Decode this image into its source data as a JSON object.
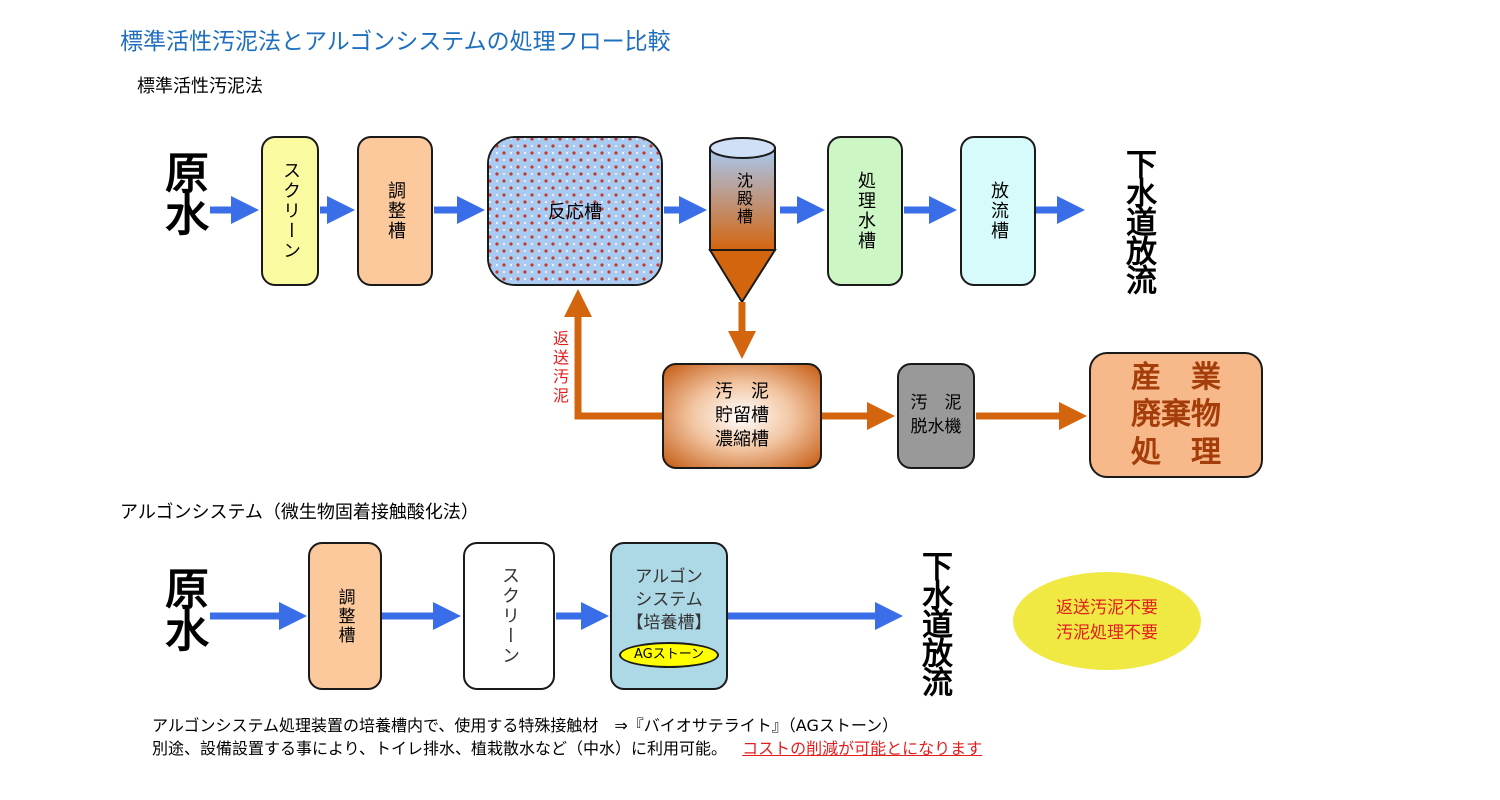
{
  "title": "標準活性汚泥法とアルゴンシステムの処理フロー比較",
  "section1": {
    "heading": "標準活性汚泥法",
    "source": "原水",
    "screen": "スクリーン",
    "adjust": "調整槽",
    "reaction": "反応槽",
    "settling": "沈殿槽",
    "treated": "処理水槽",
    "discharge_tank": "放流槽",
    "outlet": "下水道放流",
    "return_sludge": "返送汚泥",
    "sludge_storage": [
      "汚　泥",
      "貯留槽",
      "濃縮槽"
    ],
    "dewater": [
      "汚　泥",
      "脱水機"
    ],
    "industrial_waste": [
      "産　業",
      "廃棄物",
      "処　理"
    ]
  },
  "section2": {
    "heading": "アルゴンシステム（微生物固着接触酸化法）",
    "source": "原水",
    "adjust": "調整槽",
    "screen": "スクリーン",
    "argon": [
      "アルゴン",
      "システム",
      "【培養槽】"
    ],
    "ag_stone": "AGストーン",
    "outlet": "下水道放流",
    "benefit": [
      "返送汚泥不要",
      "汚泥処理不要"
    ]
  },
  "notes": {
    "line1": "アルゴンシステム処理装置の培養槽内で、使用する特殊接触材　⇒『バイオサテライト』（AGストーン）",
    "line2": "別途、設備設置する事により、トイレ排水、植栽散水など（中水）に利用可能。",
    "line2_highlight": "コストの削減が可能とになります"
  },
  "colors": {
    "title": "#1f6fbf",
    "flow_arrow": "#3a6ee8",
    "sludge_arrow": "#d4650f",
    "accent_red": "#e31e1e"
  }
}
